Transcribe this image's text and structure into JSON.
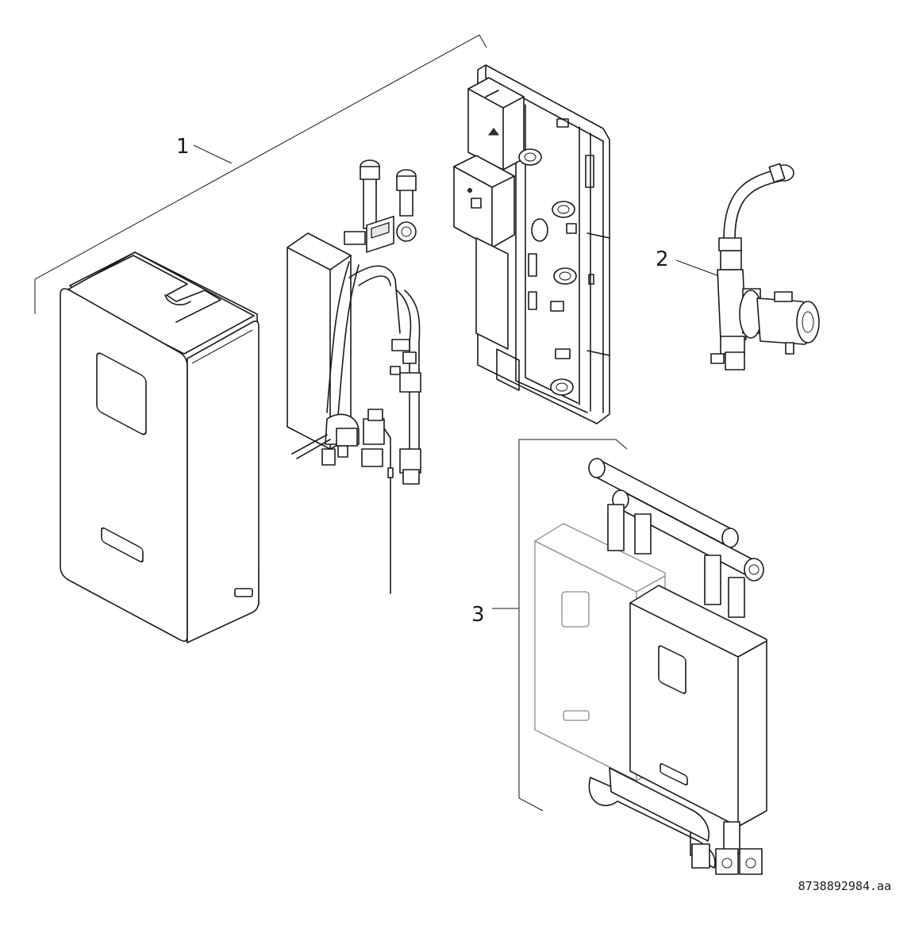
{
  "callouts": [
    {
      "id": "callout-1",
      "label": "1"
    },
    {
      "id": "callout-2",
      "label": "2"
    },
    {
      "id": "callout-3",
      "label": "3"
    }
  ],
  "document_id": "8738892984.aa"
}
